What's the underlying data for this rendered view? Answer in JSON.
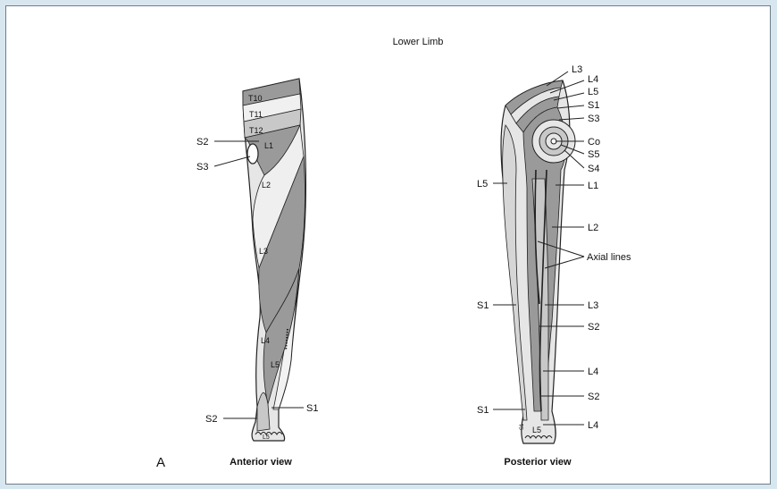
{
  "figure": {
    "title": "Lower Limb",
    "panel_letter": "A",
    "anterior_caption": "Anterior view",
    "posterior_caption": "Posterior view"
  },
  "anterior": {
    "outside_labels": {
      "s2_upper": "S2",
      "s3": "S3",
      "s1": "S1",
      "s2_foot": "S2"
    },
    "inner_labels": {
      "t10": "T10",
      "t11": "T11",
      "t12": "T12",
      "l1": "L1",
      "l2": "L2",
      "l3": "L3",
      "l4": "L4",
      "l5": "L5",
      "foot": "L5"
    }
  },
  "posterior": {
    "right_labels": [
      "L3",
      "L4",
      "L5",
      "S1",
      "S3",
      "Co",
      "S5",
      "S4",
      "L1",
      "L2",
      "Axial lines",
      "L3",
      "S2",
      "L4",
      "S2",
      "L4"
    ],
    "left_labels": {
      "l5": "L5",
      "s1_thigh": "S1",
      "s1_foot": "S1"
    },
    "inner_labels": {
      "foot_l5": "L5",
      "foot_s1": "S1"
    }
  },
  "colors": {
    "background": "#d7e6ef",
    "panel": "#ffffff",
    "dark_band": "#9a9a9a",
    "light_band": "#e6e6e6",
    "mid_band": "#c8c8c8",
    "outline": "#222222"
  }
}
